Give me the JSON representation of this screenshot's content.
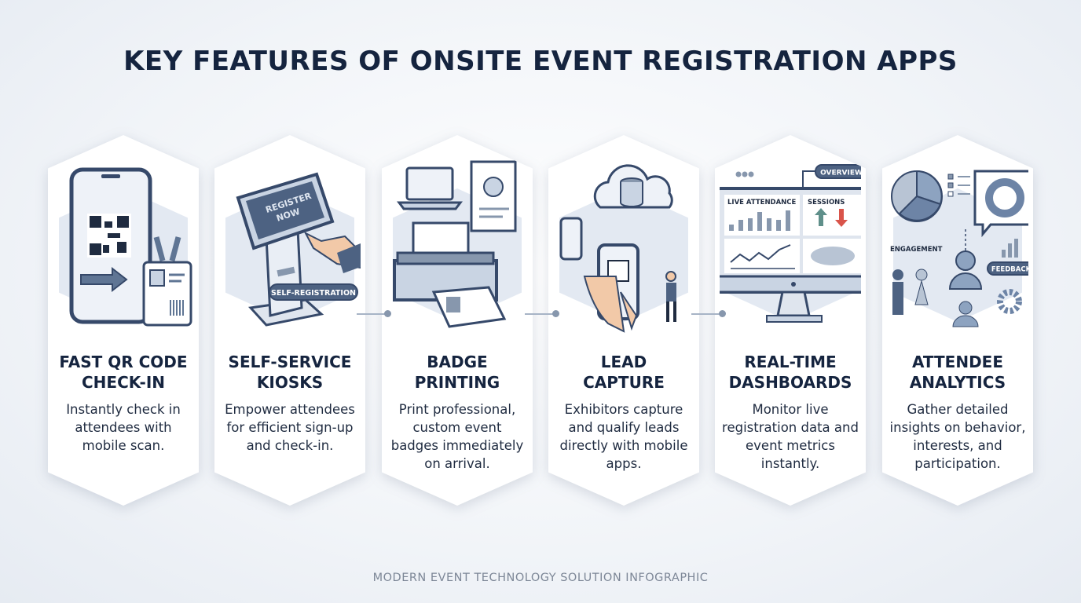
{
  "title": "KEY FEATURES OF ONSITE EVENT REGISTRATION APPS",
  "features": [
    {
      "heading_1": "FAST QR CODE",
      "heading_2": "CHECK-IN",
      "description": "Instantly check in attendees with mobile scan.",
      "icon": "qr-phone-badge-icon"
    },
    {
      "heading_1": "SELF-SERVICE",
      "heading_2": "KIOSKS",
      "description": "Empower attendees for efficient sign-up and check-in.",
      "icon": "kiosk-icon",
      "screen_text_1": "REGISTER",
      "screen_text_2": "NOW",
      "tag": "SELF-REGISTRATION"
    },
    {
      "heading_1": "BADGE",
      "heading_2": "PRINTING",
      "description": "Print professional, custom event badges immediately on arrival.",
      "icon": "printer-icon"
    },
    {
      "heading_1": "LEAD",
      "heading_2": "CAPTURE",
      "description": "Exhibitors capture and qualify leads directly with mobile apps.",
      "icon": "cloud-phone-icon"
    },
    {
      "heading_1": "REAL-TIME",
      "heading_2": "DASHBOARDS",
      "description": "Monitor live registration data and event metrics instantly.",
      "icon": "monitor-dashboard-icon",
      "tag": "OVERVIEW",
      "panel_1": "LIVE ATTENDANCE",
      "panel_2": "SESSIONS"
    },
    {
      "heading_1": "ATTENDEE",
      "heading_2": "ANALYTICS",
      "description": "Gather detailed insights on behavior, interests, and participation.",
      "icon": "analytics-people-icon",
      "label_1": "ENGAGEMENT",
      "label_2": "FEEDBACK"
    }
  ],
  "footer": "MODERN EVENT TECHNOLOGY SOLUTION INFOGRAPHIC",
  "colors": {
    "navy": "#15243f",
    "slate": "#4d6282",
    "light": "#e3e9f2",
    "up": "#5f8f8a",
    "down": "#d9544a"
  }
}
